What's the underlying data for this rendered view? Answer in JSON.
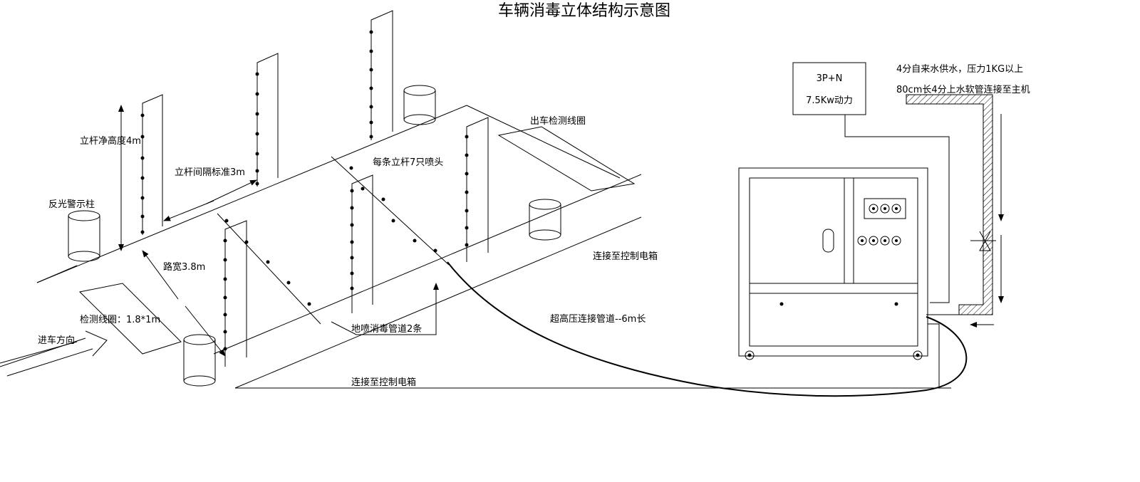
{
  "title": "车辆消毒立体结构示意图",
  "labels": {
    "pole_height": "立杆净高度4m",
    "pole_spacing": "立杆间隔标准3m",
    "reflective_post": "反光警示柱",
    "road_width": "路宽3.8m",
    "detect_coil": "检测线圈：1.8*1m",
    "entry_direction": "进车方向",
    "nozzles_per_pole": "每条立杆7只喷头",
    "exit_coil": "出车检测线圈",
    "ground_pipes": "地喷消毒管道2条",
    "to_control_box_1": "连接至控制电箱",
    "to_control_box_2": "连接至控制电箱",
    "hp_pipe": "超高压连接管道--6m长",
    "power_line1": "3P+N",
    "power_line2": "7.5Kw动力",
    "water_supply": "4分自来水供水，压力1KG以上",
    "water_hose": "80cm长4分上水软管连接至主机"
  }
}
